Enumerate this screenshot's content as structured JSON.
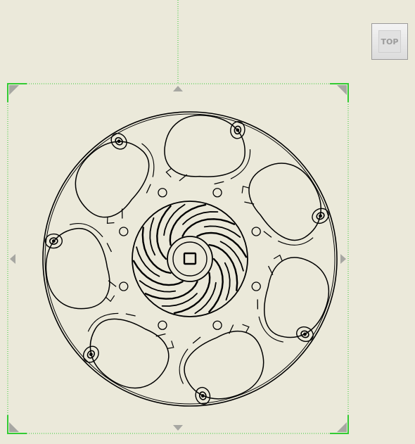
{
  "view_cube": {
    "face_label": "TOP",
    "text_color": "#9b9b9b",
    "border_color": "#9a9a9a"
  },
  "canvas": {
    "background": "#ebe9da",
    "selection_color": "#33cc33",
    "arrow_color": "#a7a7a2",
    "line_color": "#000000"
  },
  "model": {
    "roller_count": 7,
    "hole_count": 8,
    "spoke_count": 10
  }
}
